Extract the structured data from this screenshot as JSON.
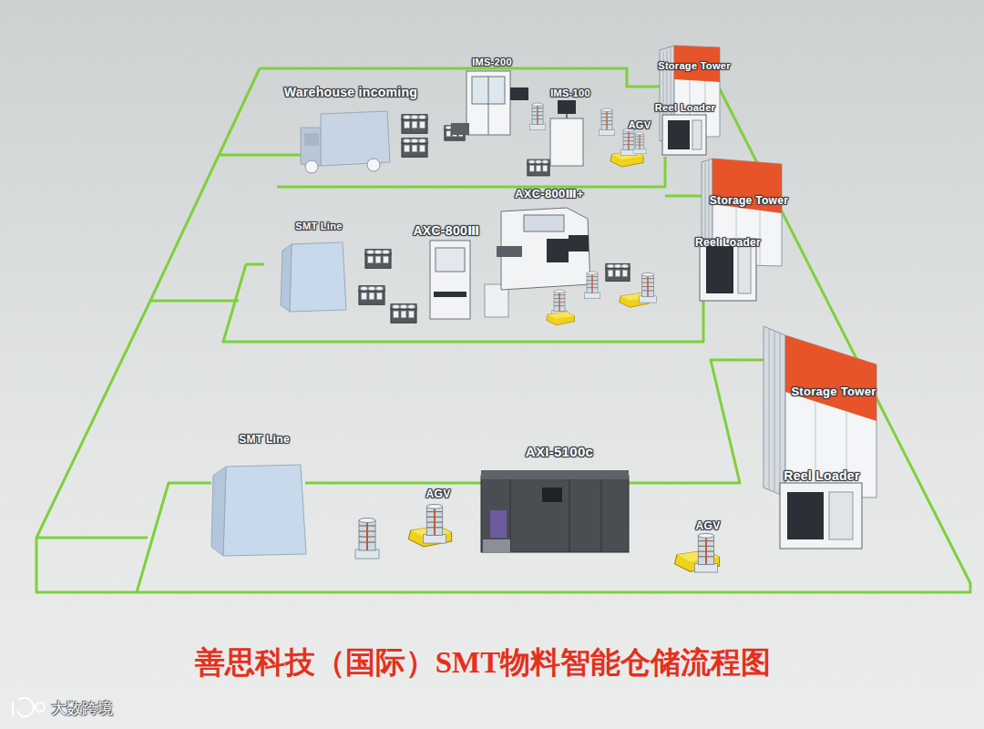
{
  "diagram": {
    "title": "善思科技（国际）SMT物料智能仓储流程图",
    "nodes": [
      {
        "text": [
          "Warehouse incoming"
        ]
      },
      {
        "text": [
          "IMS-200"
        ]
      },
      {
        "text": [
          "IMS-100"
        ]
      },
      {
        "text": [
          "AGV"
        ]
      },
      {
        "text": [
          "Storage Tower"
        ]
      },
      {
        "text": [
          "Reel Loader"
        ]
      },
      {
        "text": [
          "SMT Line"
        ]
      },
      {
        "text": [
          "AXC-800Ⅲ"
        ]
      },
      {
        "text": [
          "AXC-800Ⅲ+"
        ]
      },
      {
        "text": [
          "Storage Tower"
        ]
      },
      {
        "text": [
          "Reel Loader"
        ]
      },
      {
        "text": [
          "SMT Line"
        ]
      },
      {
        "text": [
          "AGV"
        ]
      },
      {
        "text": [
          "AXI-5100c"
        ]
      },
      {
        "text": [
          "AGV"
        ]
      },
      {
        "text": [
          "Storage Tower"
        ]
      },
      {
        "text": [
          "Reel Loader"
        ]
      }
    ],
    "labels": [
      "大数跨境"
    ]
  }
}
